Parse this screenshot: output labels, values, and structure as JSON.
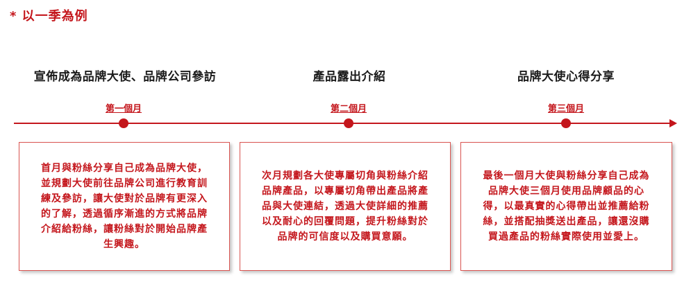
{
  "note": "* 以一季為例",
  "stages": [
    {
      "heading": "宣佈成為品牌大使、品牌公司參訪",
      "month": "第一個月",
      "description": "首月與粉絲分享自己成為品牌大使，並規劃大使前往品牌公司進行教育訓練及參訪，讓大使對於品牌有更深入的了解，透過循序漸進的方式將品牌介紹給粉絲，讓粉絲對於開始品牌產生興趣。"
    },
    {
      "heading": "產品露出介紹",
      "month": "第二個月",
      "description": "次月規劃各大使專屬切角與粉絲介紹品牌產品，以專屬切角帶出產品將產品與大使連結，透過大使詳細的推薦以及耐心的回覆問題，提升粉絲對於品牌的可信度以及購買意願。"
    },
    {
      "heading": "品牌大使心得分享",
      "month": "第三個月",
      "description": "最後一個月大使與粉絲分享自己成為品牌大使三個月使用品牌顧品的心得，以最真實的心得帶出並推薦給粉絲，並搭配抽獎送出產品，讓還沒購買過產品的粉絲實際使用並愛上。"
    }
  ],
  "colors": {
    "accent": "#c4161c",
    "heading": "#1a1a1a",
    "border": "#d9534f"
  }
}
